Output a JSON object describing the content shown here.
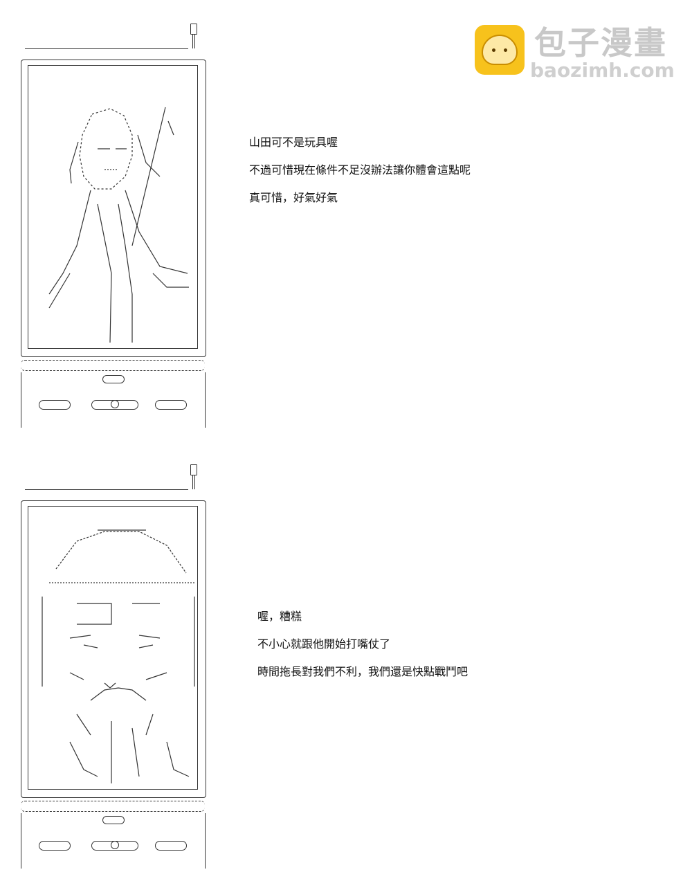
{
  "watermark": {
    "title": "包子漫畫",
    "url": "baozimh.com",
    "logo_icon": "steamed-bun-icon",
    "logo_color": "#f7c21c"
  },
  "panels": [
    {
      "lines": [
        "山田可不是玩具喔",
        "不過可惜現在條件不足沒辦法讓你體會這點呢",
        "真可惜，好氣好氣"
      ]
    },
    {
      "lines": [
        "喔，糟糕",
        "不小心就跟他開始打嘴仗了",
        "時間拖長對我們不利，我們還是快點戰鬥吧"
      ]
    }
  ]
}
